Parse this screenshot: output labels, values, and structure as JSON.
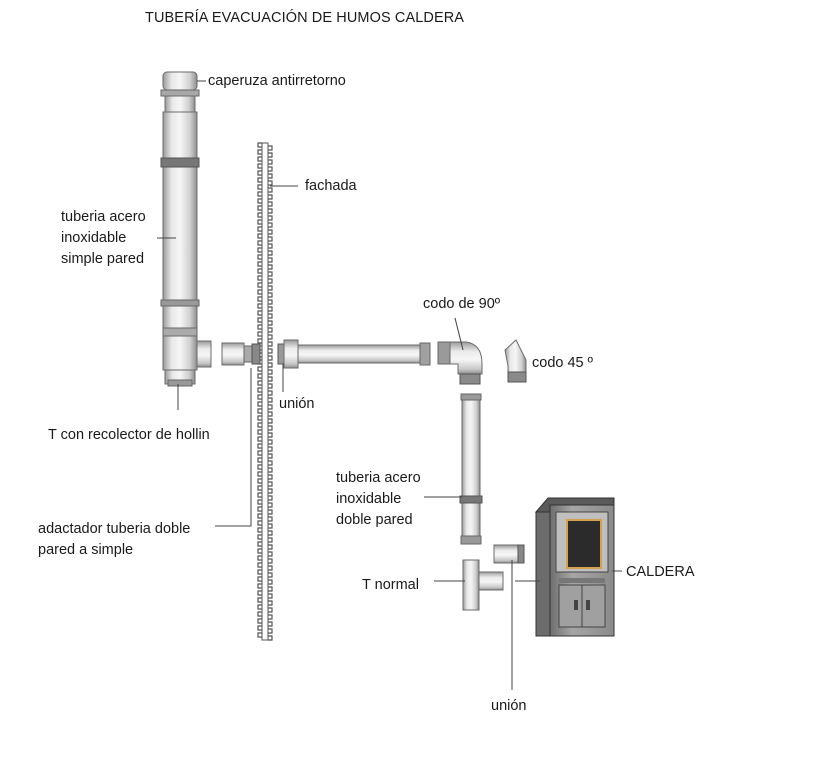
{
  "title": "TUBERÍA EVACUACIÓN DE HUMOS CALDERA",
  "labels": {
    "caperuza": "caperuza antirretorno",
    "fachada": "fachada",
    "tuberia_simple": "tuberia acero\ninoxidable\nsimple pared",
    "codo90": "codo de 90º",
    "codo45": "codo 45 º",
    "union_top": "unión",
    "t_recolector": "T con recolector de hollin",
    "tuberia_doble": "tuberia acero\ninoxidable\ndoble pared",
    "adaptador": "adactador tuberia doble\npared a simple",
    "t_normal": "T normal",
    "caldera": "CALDERA",
    "union_bottom": "unión"
  },
  "colors": {
    "pipe_light": "#e6e6e6",
    "pipe_mid": "#bdbdbd",
    "pipe_dark": "#8a8a8a",
    "outline": "#6b6b6b",
    "boiler_body": "#8f8f8f",
    "boiler_dark": "#3f3f3f",
    "boiler_window": "#2b2b2b",
    "boiler_glass_frame": "#d4a24a"
  }
}
